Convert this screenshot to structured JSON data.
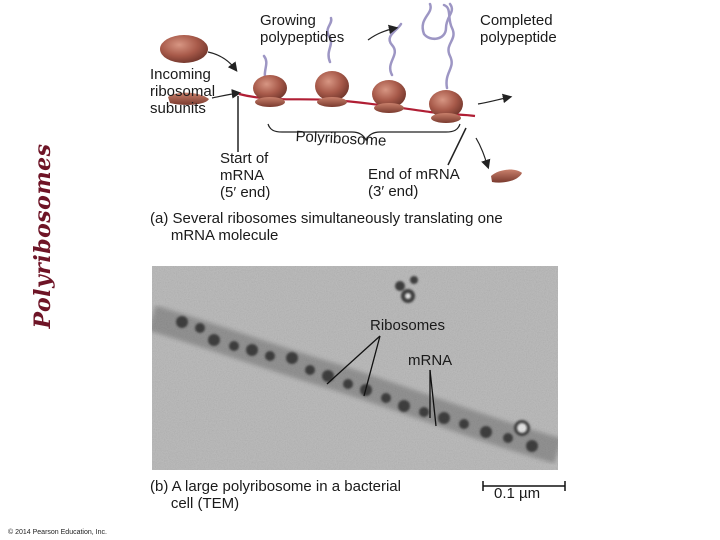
{
  "side_title": "Polyribosomes",
  "diagram": {
    "labels": {
      "growing": "Growing\npolypeptides",
      "completed": "Completed\npolypeptide",
      "incoming": "Incoming\nribosomal\nsubunits",
      "polyribosome": "Polyribosome",
      "start": "Start of\nmRNA\n(5′ end)",
      "end": "End of mRNA\n(3′ end)"
    },
    "caption_a": "(a) Several ribosomes simultaneously translating one\n     mRNA molecule"
  },
  "micrograph": {
    "labels": {
      "ribosomes": "Ribosomes",
      "mrna": "mRNA"
    },
    "caption_b": "(b) A large polyribosome in a bacterial\n     cell (TEM)",
    "scale_bar": "0.1 µm"
  },
  "colors": {
    "ribosome": "#a85a4a",
    "mrna": "#b01e34",
    "polypeptide": "#9d96c4",
    "title": "#6e1426"
  },
  "copyright": "© 2014 Pearson Education, Inc."
}
